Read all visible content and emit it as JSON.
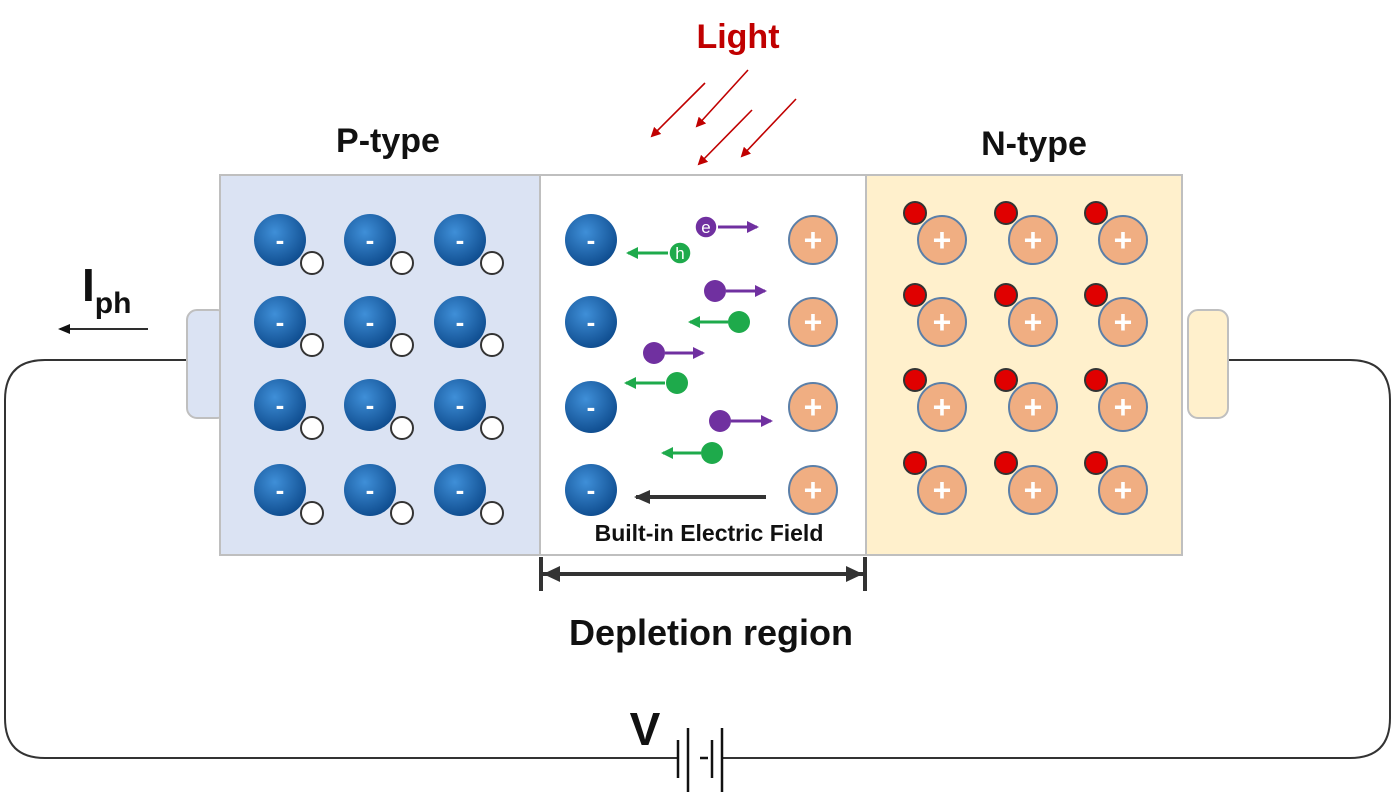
{
  "labels": {
    "light": "Light",
    "p_type": "P-type",
    "n_type": "N-type",
    "current_main": "I",
    "current_sub": "ph",
    "field": "Built-in Electric Field",
    "depletion": "Depletion region",
    "voltage": "V"
  },
  "particles": {
    "negative_sign": "-",
    "positive_sign": "+",
    "electron_symbol": "e",
    "hole_symbol": "h"
  },
  "colors": {
    "light": "#c00000",
    "p_region_fill": "#dbe3f3",
    "n_region_fill": "#fff0cc",
    "acceptor_ion": "#1d63a8",
    "donor_ion": "#f0ae82",
    "donor_ion_border": "#5b7fa8",
    "free_electron_dot": "#e00000",
    "electron": "#7030a0",
    "hole": "#1eaa4b",
    "wire": "#333333"
  }
}
